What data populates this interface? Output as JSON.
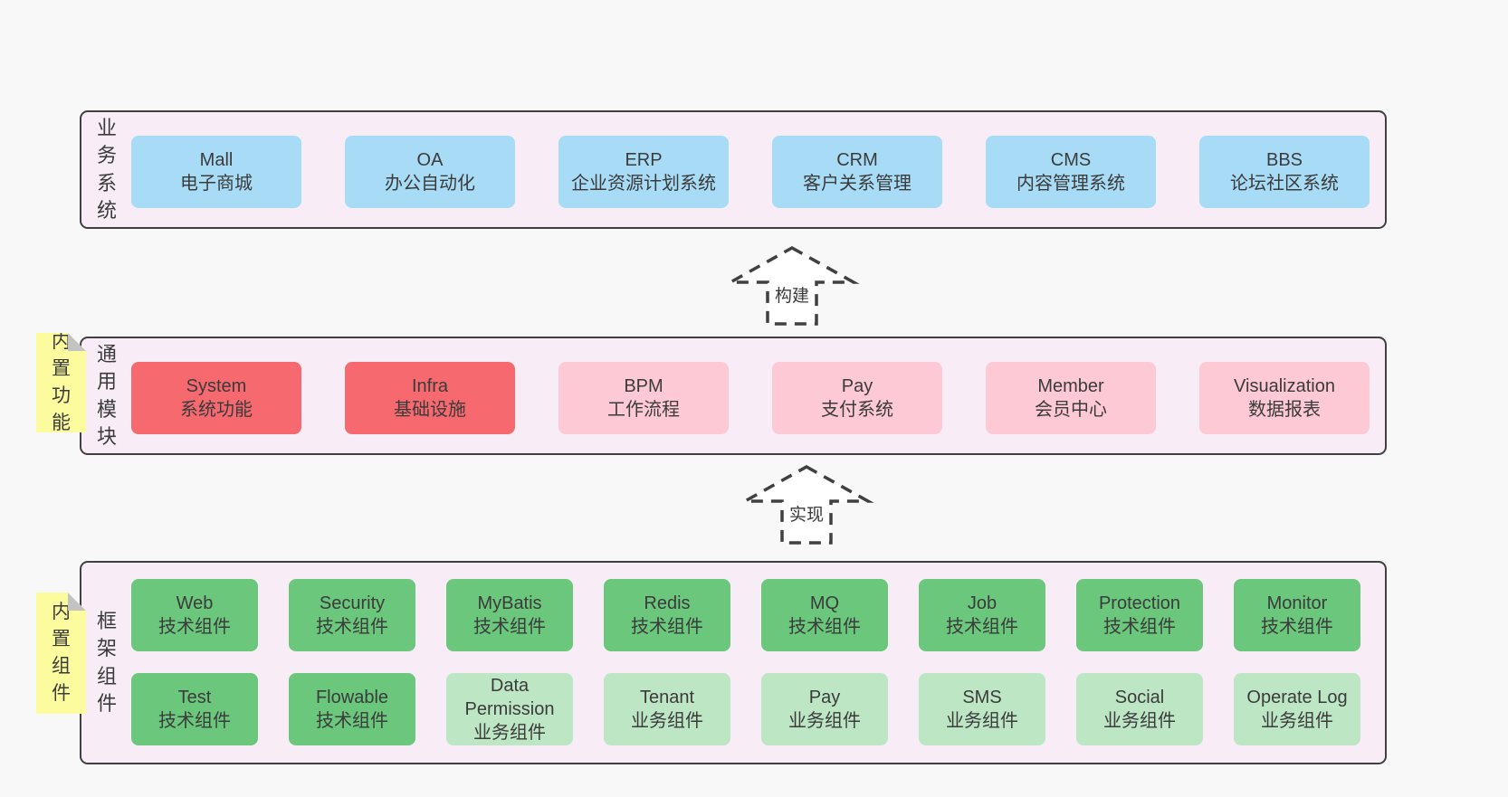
{
  "colors": {
    "page-bg": "#f8f8f8",
    "panel-bg": "#f8edf7",
    "panel-border": "#404040",
    "text": "#3b3b3b",
    "blue": "#a8dcf6",
    "red": "#f5696f",
    "pink": "#fcc9d4",
    "green": "#6ac77c",
    "light-green": "#bde6c5",
    "yellow": "#fcfc9e",
    "fold": "#c3c3c3",
    "arrow-fill": "#ffffff"
  },
  "arrows": {
    "build": "构建",
    "implement": "实现"
  },
  "sections": {
    "business": {
      "label": "业务系统",
      "boxes": [
        {
          "title": "Mall",
          "subtitle": "电子商城"
        },
        {
          "title": "OA",
          "subtitle": "办公自动化"
        },
        {
          "title": "ERP",
          "subtitle": "企业资源计划系统"
        },
        {
          "title": "CRM",
          "subtitle": "客户关系管理"
        },
        {
          "title": "CMS",
          "subtitle": "内容管理系统"
        },
        {
          "title": "BBS",
          "subtitle": "论坛社区系统"
        }
      ]
    },
    "modules": {
      "label": "通用模块",
      "sticky": "内置功能",
      "boxes": [
        {
          "title": "System",
          "subtitle": "系统功能"
        },
        {
          "title": "Infra",
          "subtitle": "基础设施"
        },
        {
          "title": "BPM",
          "subtitle": "工作流程"
        },
        {
          "title": "Pay",
          "subtitle": "支付系统"
        },
        {
          "title": "Member",
          "subtitle": "会员中心"
        },
        {
          "title": "Visualization",
          "subtitle": "数据报表"
        }
      ]
    },
    "framework": {
      "label": "框架组件",
      "sticky": "内置组件",
      "row1": [
        {
          "title": "Web",
          "subtitle": "技术组件"
        },
        {
          "title": "Security",
          "subtitle": "技术组件"
        },
        {
          "title": "MyBatis",
          "subtitle": "技术组件"
        },
        {
          "title": "Redis",
          "subtitle": "技术组件"
        },
        {
          "title": "MQ",
          "subtitle": "技术组件"
        },
        {
          "title": "Job",
          "subtitle": "技术组件"
        },
        {
          "title": "Protection",
          "subtitle": "技术组件"
        },
        {
          "title": "Monitor",
          "subtitle": "技术组件"
        }
      ],
      "row2": [
        {
          "title": "Test",
          "subtitle": "技术组件"
        },
        {
          "title": "Flowable",
          "subtitle": "技术组件"
        },
        {
          "title": "Data Permission",
          "subtitle": "业务组件"
        },
        {
          "title": "Tenant",
          "subtitle": "业务组件"
        },
        {
          "title": "Pay",
          "subtitle": "业务组件"
        },
        {
          "title": "SMS",
          "subtitle": "业务组件"
        },
        {
          "title": "Social",
          "subtitle": "业务组件"
        },
        {
          "title": "Operate Log",
          "subtitle": "业务组件"
        }
      ]
    }
  }
}
